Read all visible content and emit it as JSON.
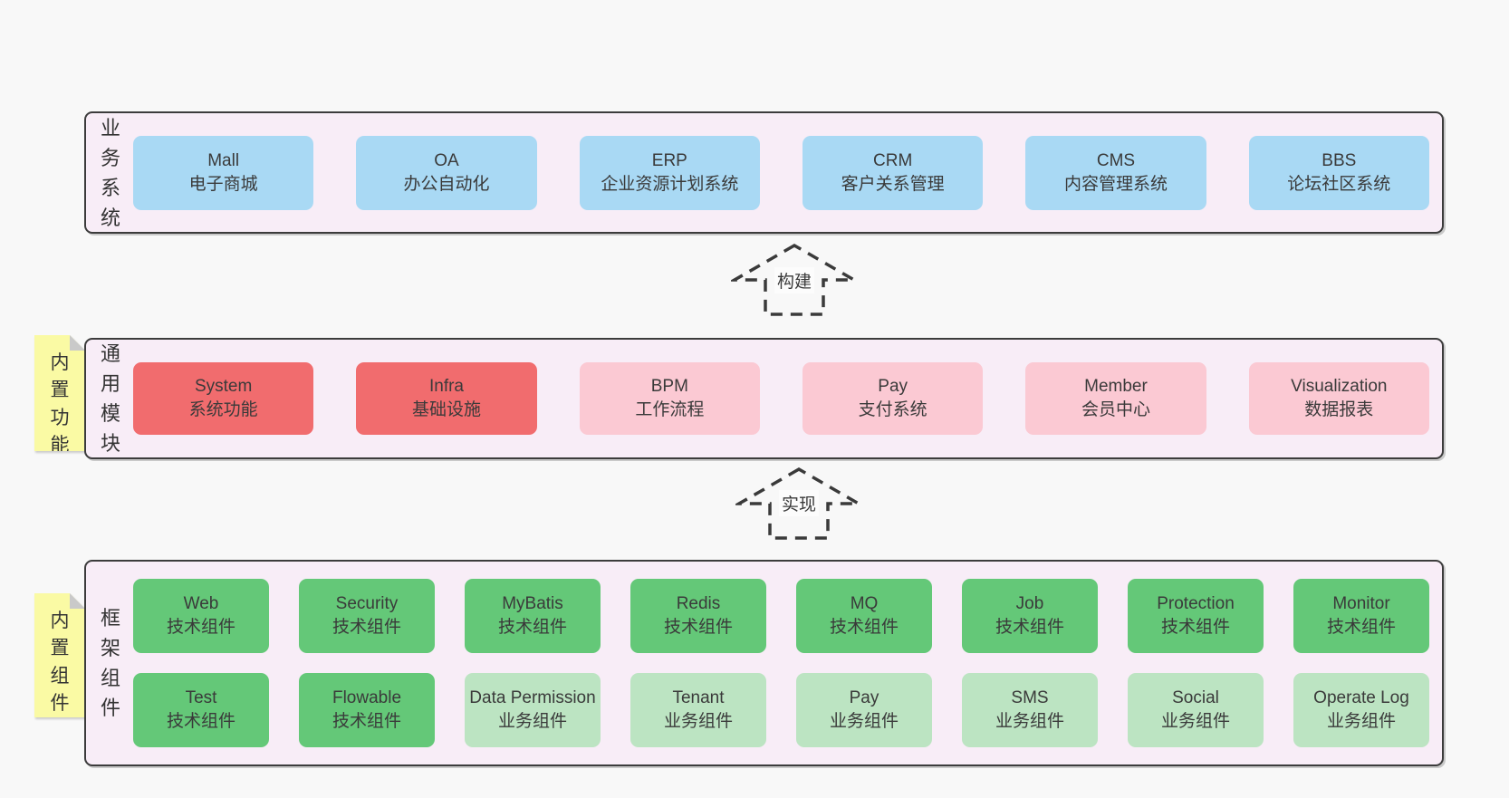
{
  "colors": {
    "page": "#f8f8f8",
    "container": "#f8edf7",
    "border": "#3c3c3c",
    "text": "#3a3a3a",
    "blue": "#a9d9f4",
    "red": "#f16c6e",
    "pink": "#fbc9d3",
    "green": "#64c878",
    "lightgreen": "#bce4c2",
    "yellow": "#fafaa4",
    "fold": "#c9c9c9"
  },
  "layers": [
    {
      "id": "business",
      "side_label": "业务系统",
      "rows": [
        [
          {
            "title": "Mall",
            "subtitle": "电子商城",
            "color": "blue"
          },
          {
            "title": "OA",
            "subtitle": "办公自动化",
            "color": "blue"
          },
          {
            "title": "ERP",
            "subtitle": "企业资源计划系统",
            "color": "blue"
          },
          {
            "title": "CRM",
            "subtitle": "客户关系管理",
            "color": "blue"
          },
          {
            "title": "CMS",
            "subtitle": "内容管理系统",
            "color": "blue"
          },
          {
            "title": "BBS",
            "subtitle": "论坛社区系统",
            "color": "blue"
          }
        ]
      ]
    },
    {
      "id": "modules",
      "side_label": "通用模块",
      "sticky": "内置功能",
      "rows": [
        [
          {
            "title": "System",
            "subtitle": "系统功能",
            "color": "red"
          },
          {
            "title": "Infra",
            "subtitle": "基础设施",
            "color": "red"
          },
          {
            "title": "BPM",
            "subtitle": "工作流程",
            "color": "pink"
          },
          {
            "title": "Pay",
            "subtitle": "支付系统",
            "color": "pink"
          },
          {
            "title": "Member",
            "subtitle": "会员中心",
            "color": "pink"
          },
          {
            "title": "Visualization",
            "subtitle": "数据报表",
            "color": "pink"
          }
        ]
      ]
    },
    {
      "id": "components",
      "side_label": "框架组件",
      "sticky": "内置组件",
      "rows": [
        [
          {
            "title": "Web",
            "subtitle": "技术组件",
            "color": "green"
          },
          {
            "title": "Security",
            "subtitle": "技术组件",
            "color": "green"
          },
          {
            "title": "MyBatis",
            "subtitle": "技术组件",
            "color": "green"
          },
          {
            "title": "Redis",
            "subtitle": "技术组件",
            "color": "green"
          },
          {
            "title": "MQ",
            "subtitle": "技术组件",
            "color": "green"
          },
          {
            "title": "Job",
            "subtitle": "技术组件",
            "color": "green"
          },
          {
            "title": "Protection",
            "subtitle": "技术组件",
            "color": "green"
          },
          {
            "title": "Monitor",
            "subtitle": "技术组件",
            "color": "green"
          }
        ],
        [
          {
            "title": "Test",
            "subtitle": "技术组件",
            "color": "green"
          },
          {
            "title": "Flowable",
            "subtitle": "技术组件",
            "color": "green"
          },
          {
            "title": "Data Permission",
            "subtitle": "业务组件",
            "color": "lightgreen"
          },
          {
            "title": "Tenant",
            "subtitle": "业务组件",
            "color": "lightgreen"
          },
          {
            "title": "Pay",
            "subtitle": "业务组件",
            "color": "lightgreen"
          },
          {
            "title": "SMS",
            "subtitle": "业务组件",
            "color": "lightgreen"
          },
          {
            "title": "Social",
            "subtitle": "业务组件",
            "color": "lightgreen"
          },
          {
            "title": "Operate Log",
            "subtitle": "业务组件",
            "color": "lightgreen"
          }
        ]
      ]
    }
  ],
  "arrows": [
    {
      "label": "构建"
    },
    {
      "label": "实现"
    }
  ]
}
